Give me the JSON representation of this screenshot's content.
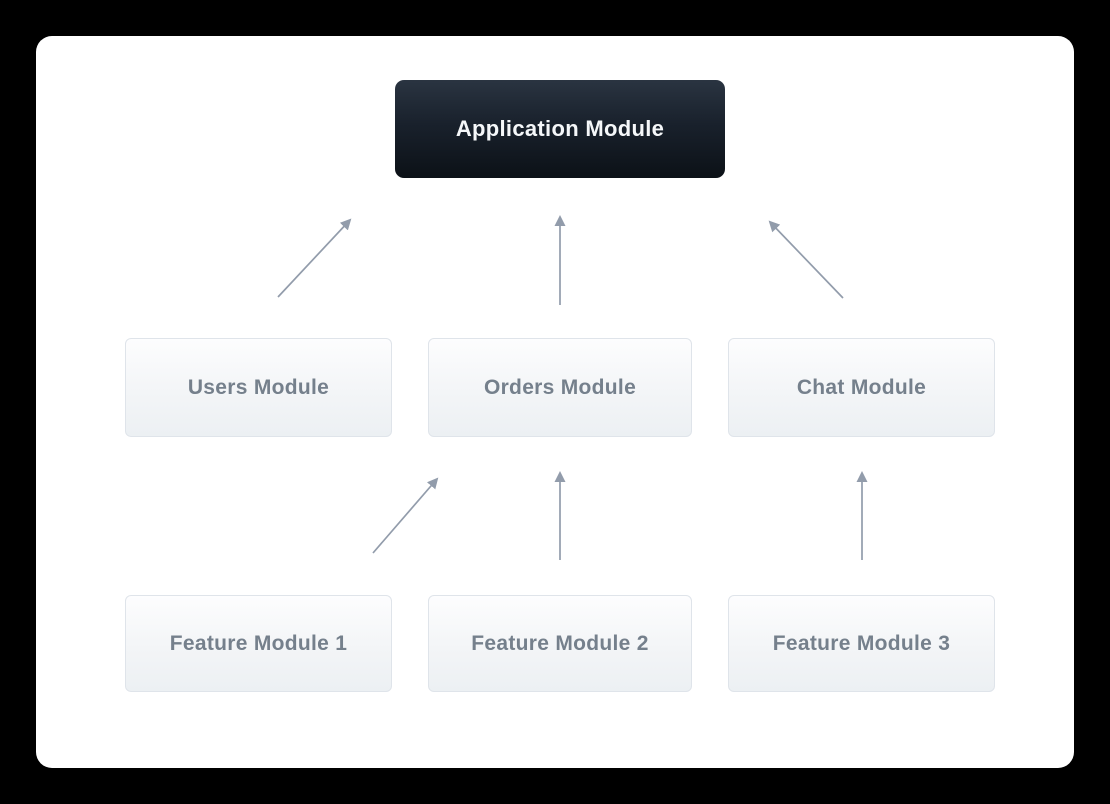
{
  "diagram": {
    "nodes": {
      "app": {
        "id": "application-module",
        "label": "Application Module",
        "style": "dark"
      },
      "users": {
        "id": "users-module",
        "label": "Users Module",
        "style": "light"
      },
      "orders": {
        "id": "orders-module",
        "label": "Orders Module",
        "style": "light"
      },
      "chat": {
        "id": "chat-module",
        "label": "Chat Module",
        "style": "light"
      },
      "feature1": {
        "id": "feature-module-1",
        "label": "Feature Module 1",
        "style": "light"
      },
      "feature2": {
        "id": "feature-module-2",
        "label": "Feature Module 2",
        "style": "light"
      },
      "feature3": {
        "id": "feature-module-3",
        "label": "Feature Module 3",
        "style": "light"
      }
    },
    "edges": [
      {
        "from": "Users Module",
        "to": "Application Module"
      },
      {
        "from": "Orders Module",
        "to": "Application Module"
      },
      {
        "from": "Chat Module",
        "to": "Application Module"
      },
      {
        "from": "Feature Module 1",
        "to": "Orders Module"
      },
      {
        "from": "Feature Module 2",
        "to": "Orders Module"
      },
      {
        "from": "Feature Module 3",
        "to": "Chat Module"
      }
    ],
    "colors": {
      "page_background": "#000000",
      "card_background": "#ffffff",
      "root_box_gradient_top": "#2a3441",
      "root_box_gradient_bottom": "#0c1117",
      "root_box_text": "#f5f7f9",
      "module_box_background_top": "#fdfdfe",
      "module_box_background_bottom": "#ecf0f3",
      "module_box_border": "#dfe4ea",
      "module_box_text": "#75808c",
      "arrow": "#929cab"
    }
  }
}
